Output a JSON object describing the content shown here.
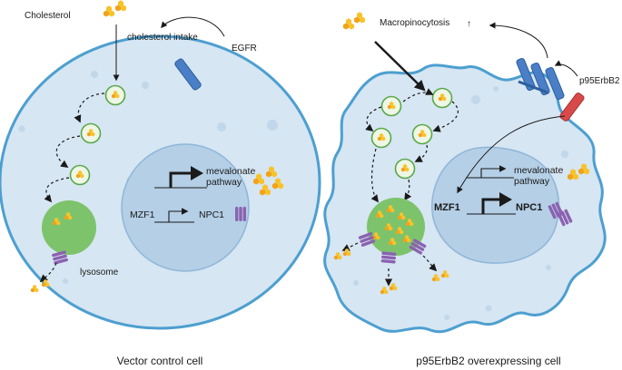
{
  "figure": {
    "left_panel": {
      "labels": {
        "cholesterol": "Cholesterol",
        "cholesterol_intake": "cholesterol intake",
        "egfr": "EGFR",
        "mevalonate_1": "mevalonate",
        "mevalonate_2": "pathway",
        "mzf1": "MZF1",
        "npc1": "NPC1",
        "lysosome": "lysosome"
      },
      "caption": "Vector control cell"
    },
    "right_panel": {
      "labels": {
        "macropinocytosis": "Macropinocytosis",
        "macropinocytosis_arrow": "↑",
        "p95erbb2": "p95ErbB2",
        "mevalonate_1": "mevalonate",
        "mevalonate_2": "pathway",
        "mzf1": "MZF1",
        "npc1": "NPC1"
      },
      "caption": "p95ErbB2 overexpressing cell"
    },
    "colors": {
      "cell_fill": "#d6e6f2",
      "cell_stroke": "#4d9fd0",
      "nucleus_fill": "#b4cfe6",
      "nucleus_stroke": "#8fb6d8",
      "vesicle_fill": "#eef7e6",
      "vesicle_stroke": "#59a84a",
      "lysosome_fill": "#7dc36c",
      "cholesterol_orange": "#f2a21b",
      "cholesterol_yellow": "#f8c32a",
      "egfr_blue": "#4a7fc8",
      "p95_red": "#d84a4a",
      "npc1_purple": "#8b62b0"
    }
  }
}
